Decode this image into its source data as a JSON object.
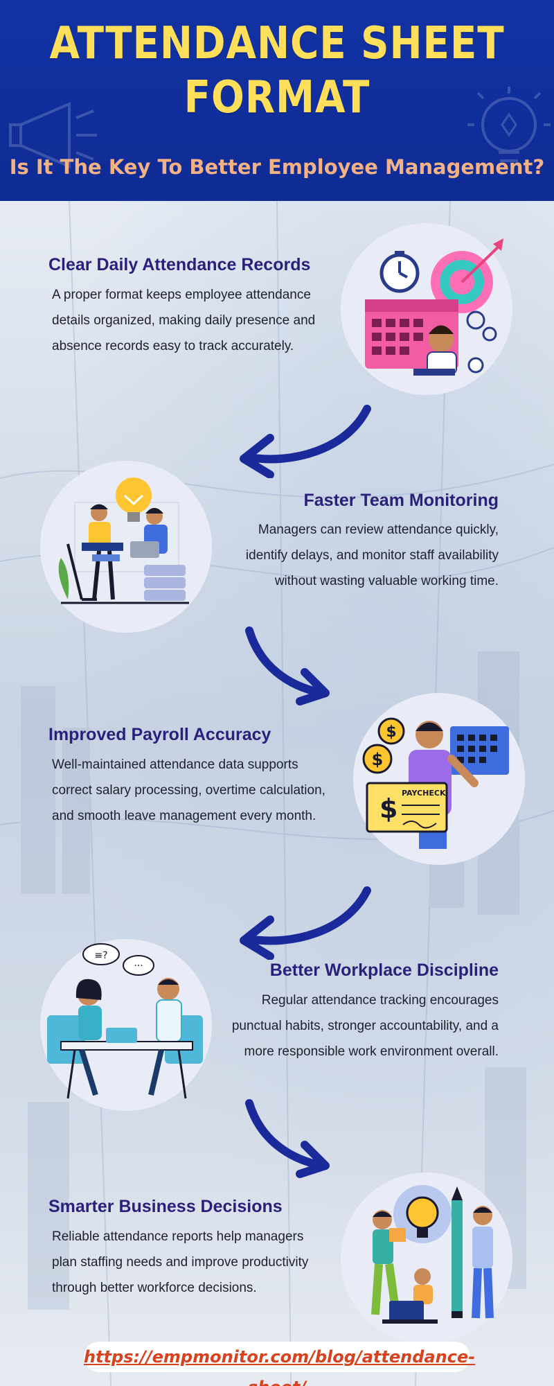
{
  "header": {
    "title_line1": "ATTENDANCE SHEET",
    "title_line2": "FORMAT",
    "subtitle": "Is It The Key To Better Employee Management?"
  },
  "sections": [
    {
      "title": "Clear Daily Attendance Records",
      "text": "A proper format keeps employee attendance details organized, making daily presence and absence records easy to track accurately.",
      "illustration": "calendar-target-clock-icon"
    },
    {
      "title": "Faster Team Monitoring",
      "text": "Managers can review attendance quickly, identify delays, and monitor staff availability without wasting valuable working time.",
      "illustration": "team-laptops-lightbulb-icon"
    },
    {
      "title": "Improved Payroll Accuracy",
      "text": "Well-maintained attendance data supports correct salary processing, overtime calculation, and smooth leave management every month.",
      "illustration": "paycheck-calendar-icon",
      "paycheck_label": "PAYCHECK"
    },
    {
      "title": "Better Workplace Discipline",
      "text": "Regular attendance tracking encourages punctual habits, stronger accountability, and a more responsible work environment overall.",
      "illustration": "meeting-speech-bubbles-icon"
    },
    {
      "title": "Smarter Business Decisions",
      "text": "Reliable attendance reports help managers plan staffing needs and improve productivity through better workforce decisions.",
      "illustration": "team-lightbulb-pencil-icon"
    }
  ],
  "footer": {
    "url": "https://empmonitor.com/blog/attendance-sheet/"
  },
  "colors": {
    "header_bg": "#1233a4",
    "title": "#ffde59",
    "subtitle": "#f4b183",
    "section_title": "#2a1f7a",
    "arrow": "#1a2a9a",
    "url": "#d8421e"
  }
}
